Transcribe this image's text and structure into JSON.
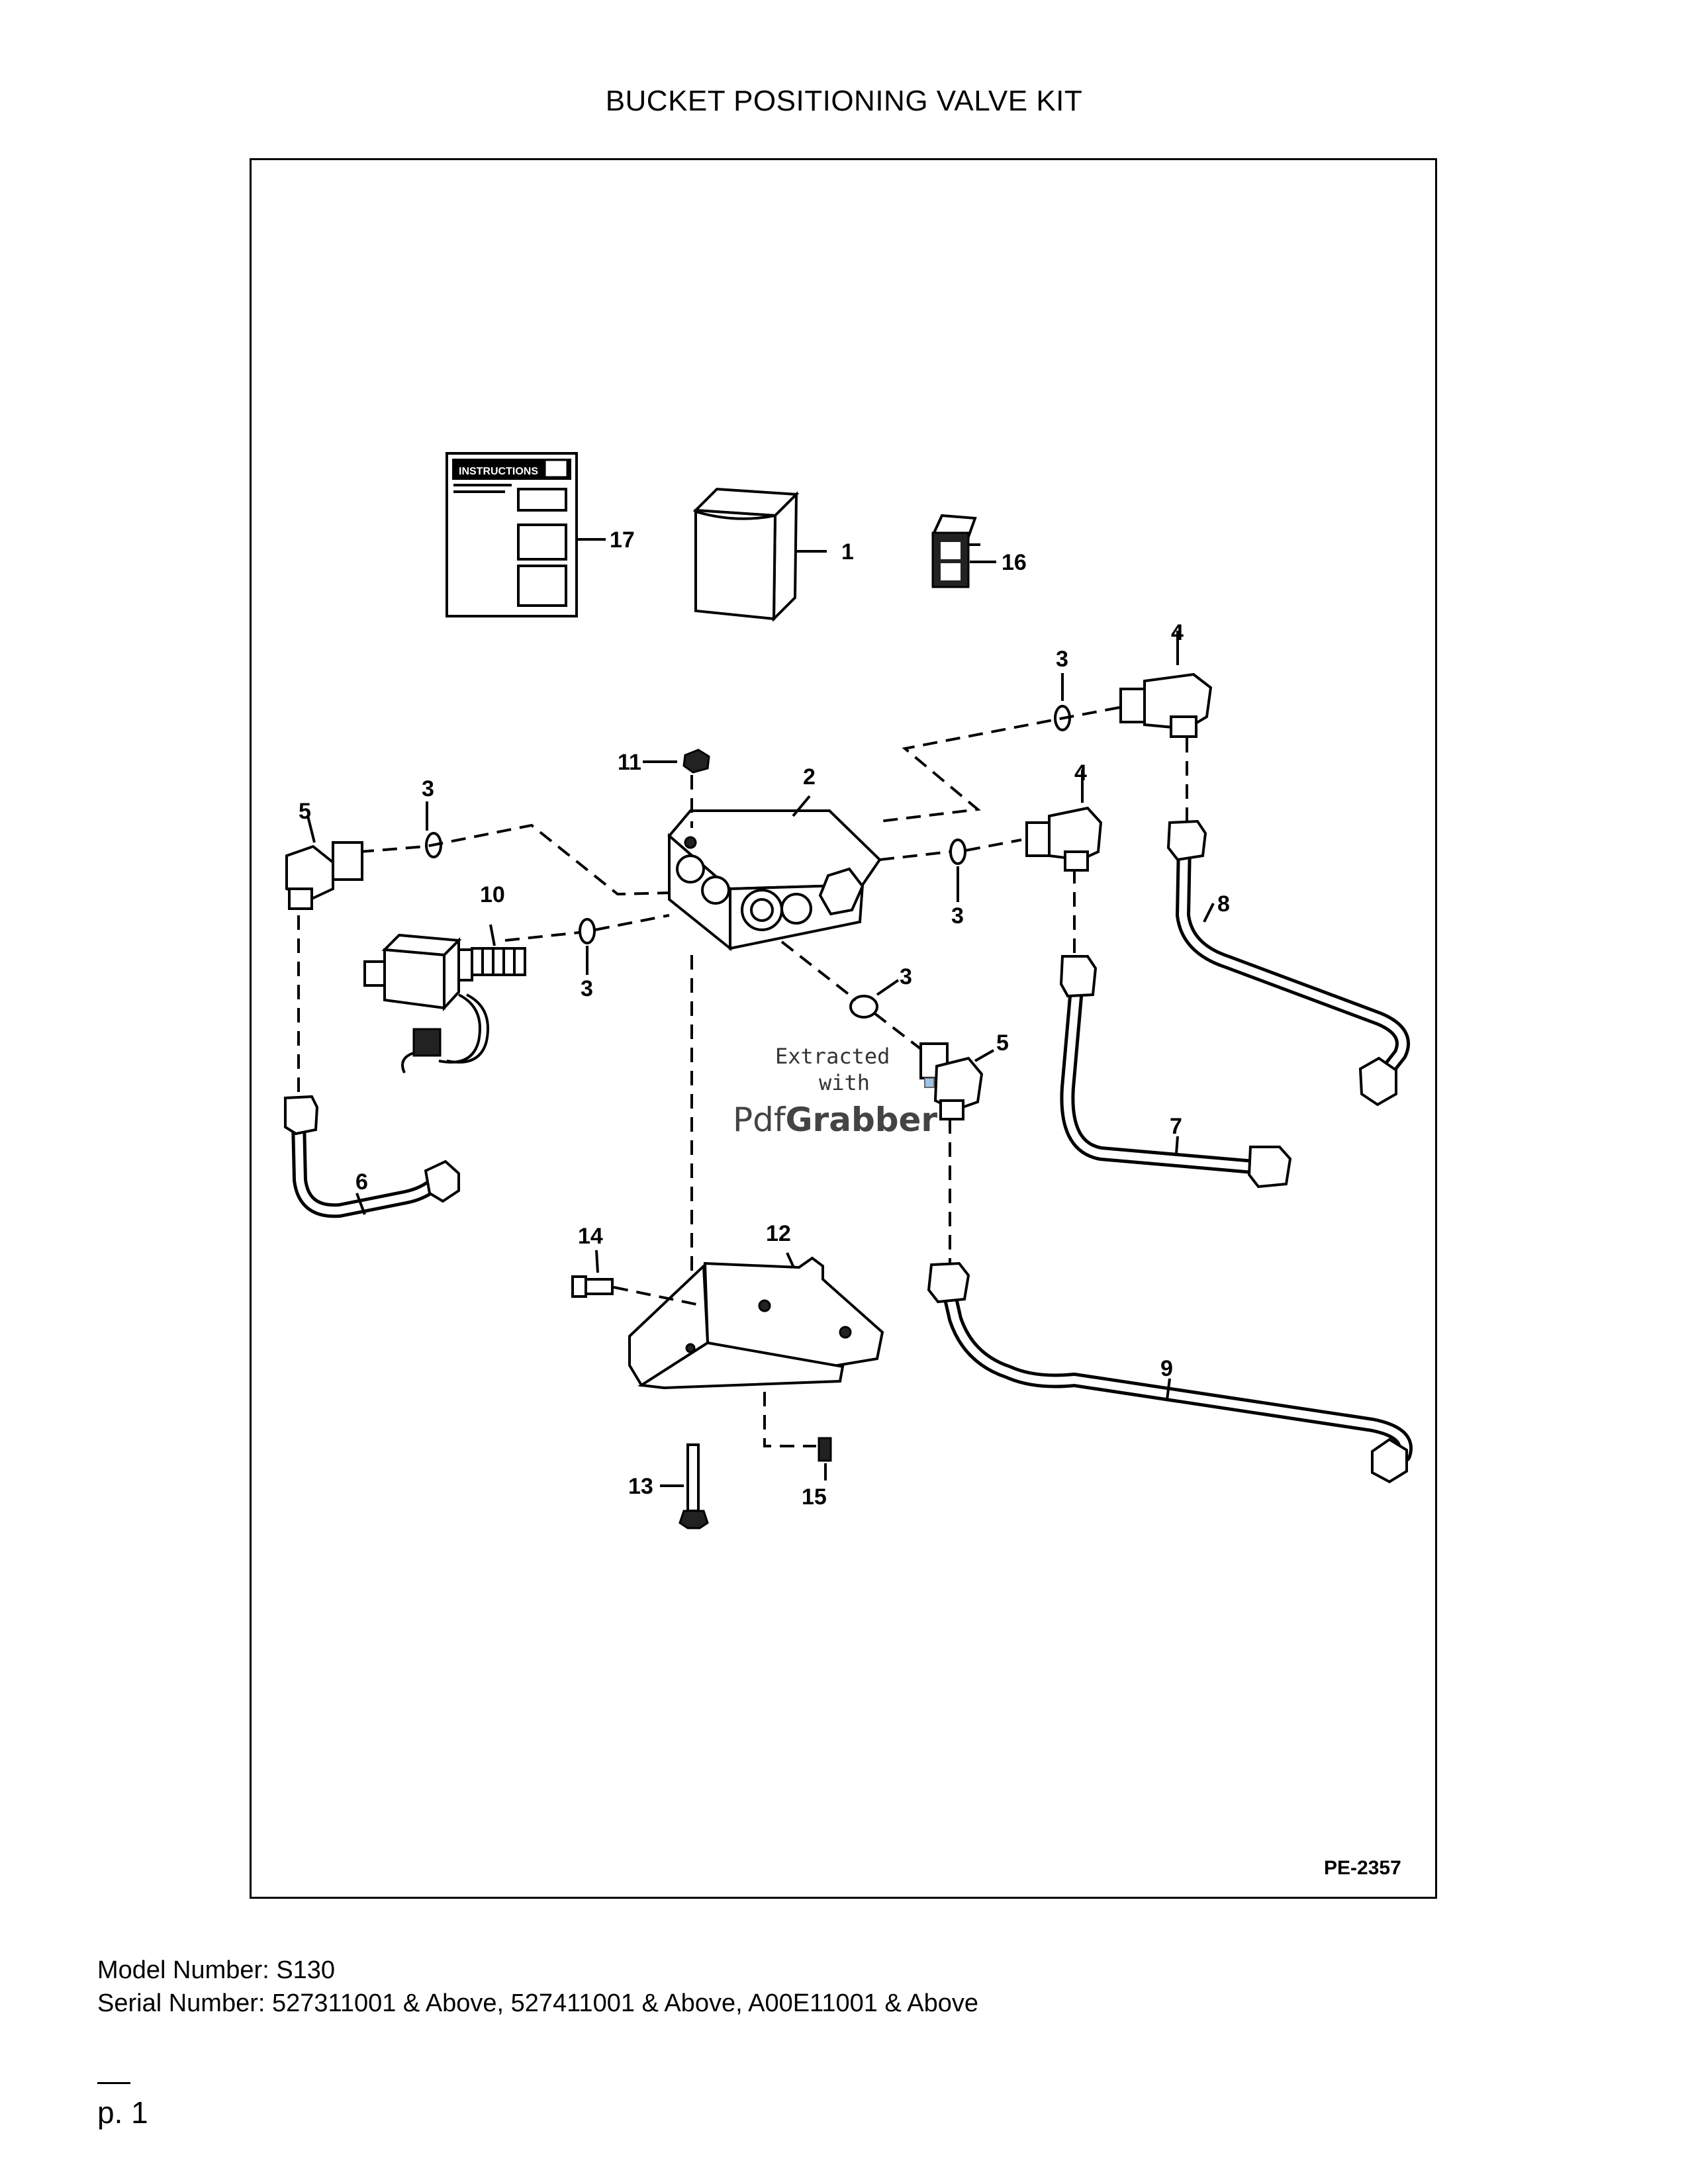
{
  "title": "BUCKET POSITIONING VALVE KIT",
  "diagram": {
    "drawing_number": "PE-2357",
    "callouts": [
      "1",
      "2",
      "3",
      "4",
      "5",
      "6",
      "7",
      "8",
      "9",
      "10",
      "11",
      "12",
      "13",
      "14",
      "15",
      "16",
      "17"
    ],
    "instruction_sheet_text": "INSTRUCTIONS",
    "watermark": {
      "line1": "Extracted",
      "line2": "with",
      "brand_a": "Pdf",
      "brand_b": "Grabber"
    }
  },
  "footer": {
    "model": "Model Number: S130",
    "serial": "Serial Number: 527311001 & Above, 527411001 & Above, A00E11001 & Above",
    "page": "p. 1"
  }
}
